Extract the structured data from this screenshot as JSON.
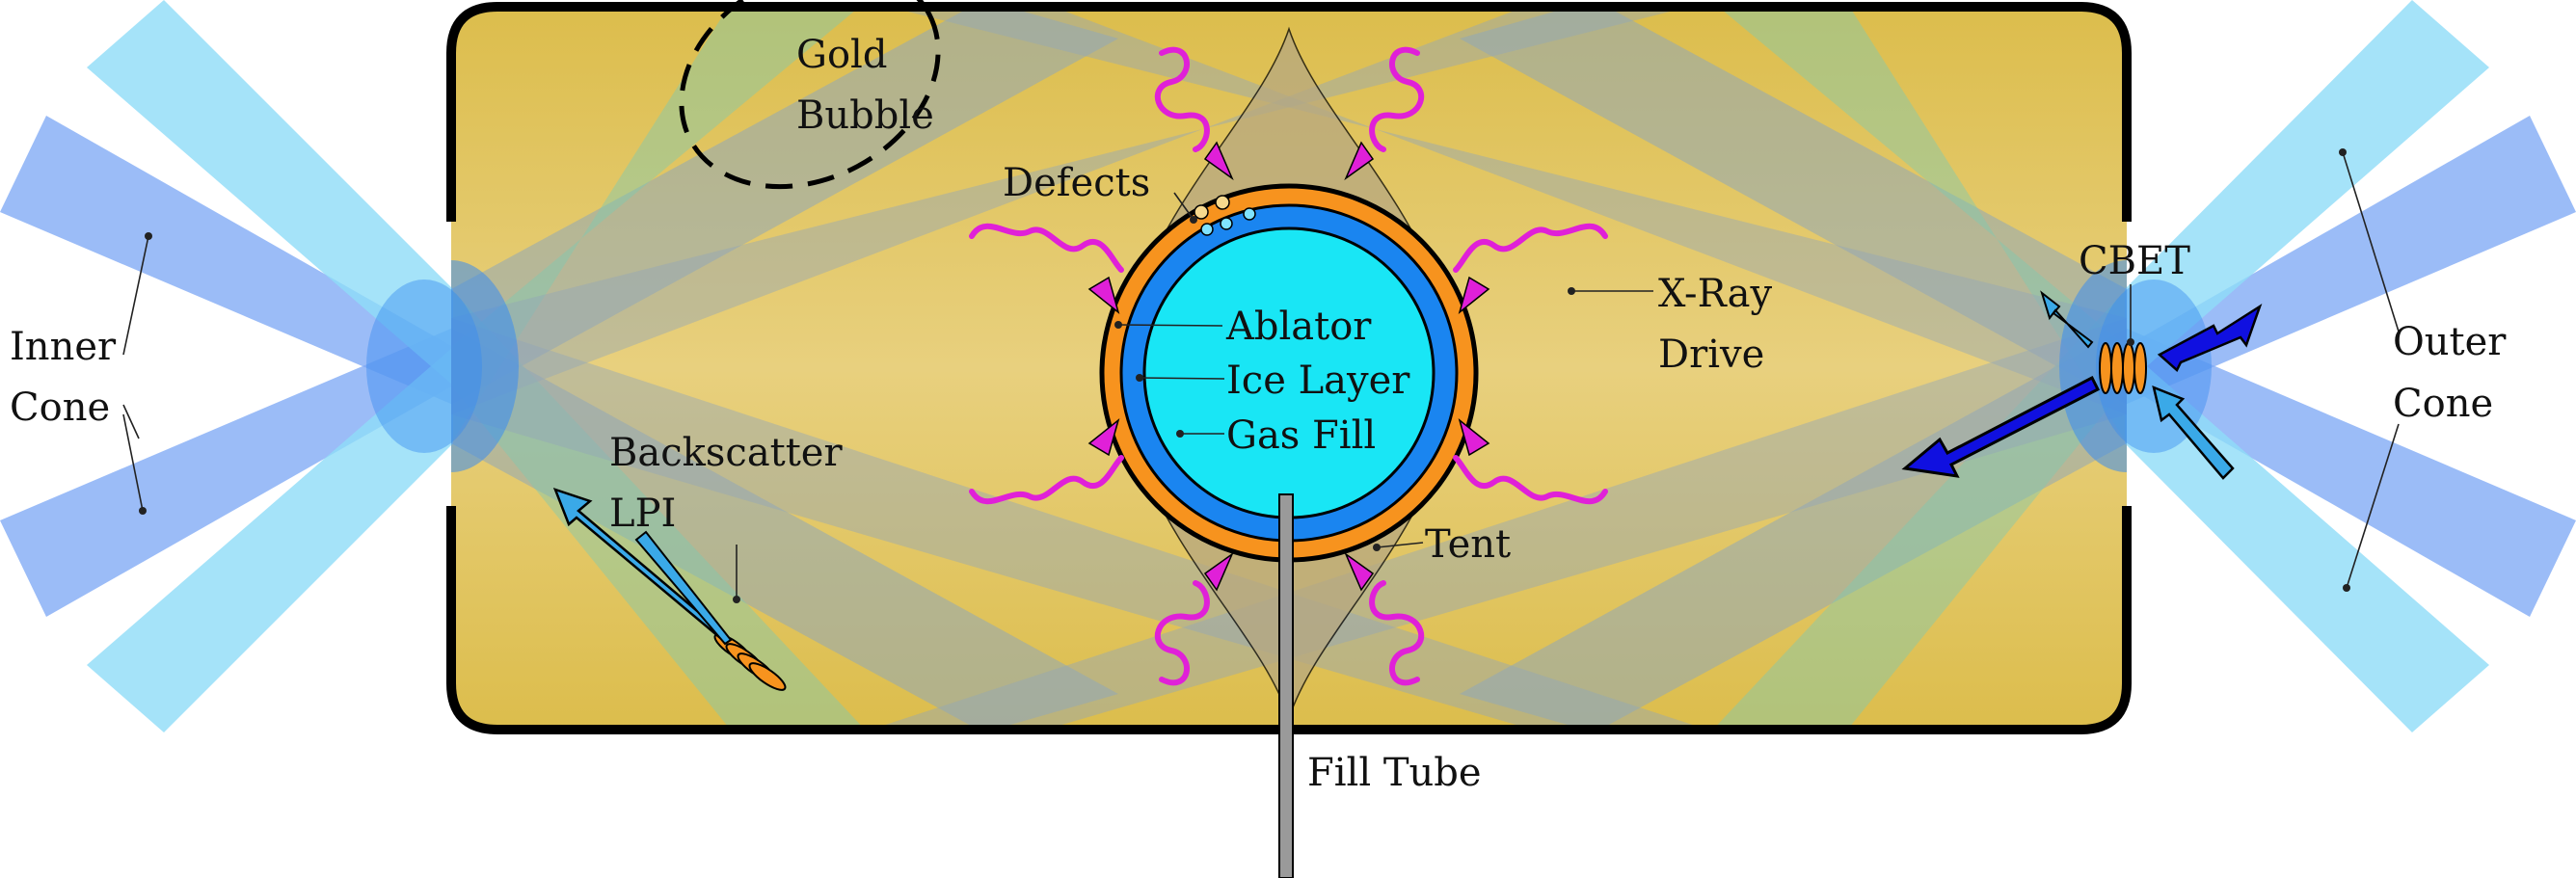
{
  "labels": {
    "gold_bubble": [
      "Gold",
      "Bubble"
    ],
    "defects": "Defects",
    "ablator": "Ablator",
    "ice_layer": "Ice Layer",
    "gas_fill": "Gas Fill",
    "xray_drive": [
      "X-Ray",
      "Drive"
    ],
    "tent": "Tent",
    "fill_tube": "Fill Tube",
    "inner_cone": [
      "Inner",
      "Cone"
    ],
    "outer_cone": [
      "Outer",
      "Cone"
    ],
    "backscatter_lpi": [
      "Backscatter",
      "LPI"
    ],
    "cbet": "CBET"
  },
  "icons": {
    "xray_arrow": "magenta-wavy-arrow",
    "laser_arrow": "blue-arrow",
    "interaction_coil": "orange-coil"
  },
  "colors": {
    "hohlraum_fill": "#e3c35a",
    "hohlraum_wall": "#000000",
    "inner_beam": "#7aa6f4",
    "outer_beam": "#8fdcf7",
    "ablator": "#f7931e",
    "ice_layer": "#1a85f0",
    "gas_fill": "#19e6f5",
    "xray": "#e020d8",
    "fill_tube": "#9a9a9a",
    "tent": "#b7a880",
    "coil": "#f7931e",
    "arrow_dark": "#1010e0",
    "arrow_light": "#3aa9e8"
  }
}
